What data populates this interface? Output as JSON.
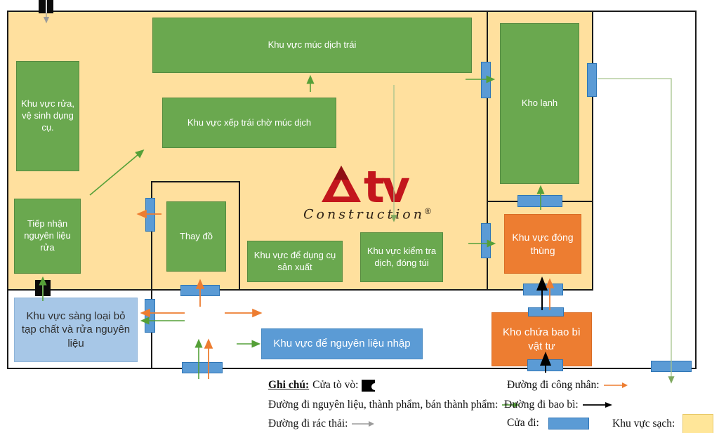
{
  "diagram": {
    "logo": {
      "brand": "Atv",
      "tv": "tv",
      "sub": "Construction",
      "reg": "®"
    },
    "zones": {
      "muc_dich_trai": "Khu vực múc dịch trái",
      "rua_ve_sinh": "Khu vực rửa, vệ sinh dụng cụ.",
      "xep_trai": "Khu vực xếp trái chờ múc dịch",
      "kho_lanh": "Kho lạnh",
      "tiep_nhan": "Tiếp nhận nguyên liệu rửa",
      "thay_do": "Thay đồ",
      "dung_cu": "Khu vực để dụng cụ sản xuất",
      "kiem_tra": "Khu vực kiểm tra dịch, đóng túi",
      "dong_thung": "Khu vực đóng thùng",
      "kho_bao_bi": "Kho chứa bao bì vật tư",
      "sang_loai": "Khu vực sàng loại bỏ tạp chất và rửa nguyên liệu",
      "nguyen_lieu_nhap": "Khu vực để nguyên liệu nhập"
    },
    "legend": {
      "title": "Ghi chú:",
      "cua_to_vo": "Cửa tò vò:",
      "worker_path": "Đường đi công nhân:",
      "material_path": "Đường đi nguyên liệu, thành phẩm, bán thành phẩm:",
      "packaging_path": "Đường đi bao bì:",
      "waste_path": "Đường đi rác thải:",
      "cua_di": "Cửa đi:",
      "khu_vuc_sach": "Khu vực sạch:"
    },
    "colors": {
      "clean_area": "#ffe09e",
      "zone_green": "#6aa84f",
      "zone_orange": "#ed7d31",
      "door_blue": "#5b9bd5",
      "zone_lightblue": "#a7c7e7",
      "worker_arrow": "#ed7d31",
      "material_arrow": "#55a038",
      "material_path_light": "#a6c38d",
      "packaging_arrow": "#000000",
      "waste_arrow": "#9b9b9b",
      "logo_red": "#c3161c"
    }
  }
}
